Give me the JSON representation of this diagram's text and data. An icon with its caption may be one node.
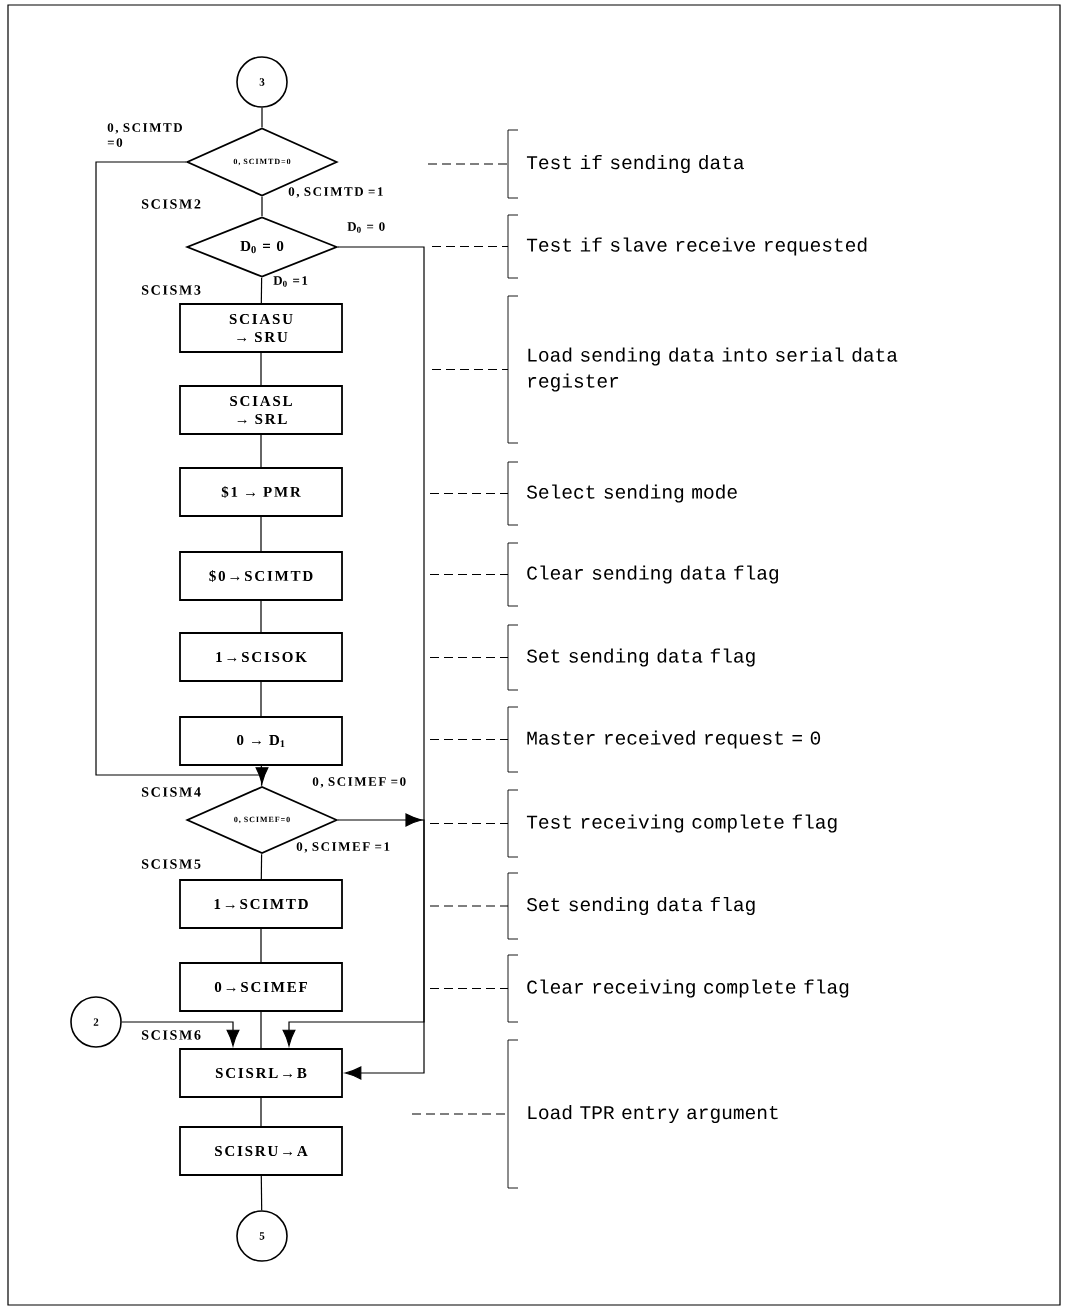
{
  "diagram": {
    "nodes": [
      {
        "text": [
          "3"
        ]
      },
      {
        "text": [
          "0, SCIMTD=0"
        ]
      },
      {
        "text": [
          "D$_{0}$ = 0"
        ],
        "beside": [
          "SCISM2"
        ]
      },
      {
        "text": [
          "SCIASU → SRU"
        ],
        "beside": [
          "SCISM3"
        ]
      },
      {
        "text": [
          "SCIASL → SRL"
        ]
      },
      {
        "text": [
          "$1 → PMR"
        ]
      },
      {
        "text": [
          "$0→SCIMTD"
        ]
      },
      {
        "text": [
          "1→SCISOK"
        ]
      },
      {
        "text": [
          "0 → D$_{1}$"
        ]
      },
      {
        "text": [
          "0, SCIMEF=0"
        ],
        "beside": [
          "SCISM4"
        ]
      },
      {
        "text": [
          "1→SCIMTD"
        ],
        "beside": [
          "SCISM5"
        ]
      },
      {
        "text": [
          "0→SCIMEF"
        ]
      },
      {
        "text": [
          "2"
        ]
      },
      {
        "text": [
          "SCISRL→B"
        ],
        "beside": [
          "SCISM6"
        ]
      },
      {
        "text": [
          "SCISRU→A"
        ]
      },
      {
        "text": [
          "5"
        ]
      }
    ],
    "edges": [
      {
        "from": 0,
        "to": 1,
        "arrow": "none"
      },
      {
        "from": 1,
        "to": 2,
        "arrow": "none",
        "label": "0, SCIMTD =1"
      },
      {
        "from": 1,
        "to": 9,
        "arrow": "to",
        "label": "0, SCIMTD =0"
      },
      {
        "from": 2,
        "to": 3,
        "arrow": "none",
        "label": "D$_{0}$ =1"
      },
      {
        "from": 2,
        "to": 13,
        "arrow": "to",
        "label": "D$_{0}$ = 0"
      },
      {
        "from": 3,
        "to": 4,
        "arrow": "none"
      },
      {
        "from": 4,
        "to": 5,
        "arrow": "none"
      },
      {
        "from": 5,
        "to": 6,
        "arrow": "none"
      },
      {
        "from": 6,
        "to": 7,
        "arrow": "none"
      },
      {
        "from": 7,
        "to": 8,
        "arrow": "none"
      },
      {
        "from": 8,
        "to": 9,
        "arrow": "none"
      },
      {
        "from": 9,
        "to": 10,
        "arrow": "none",
        "label": "0, SCIMEF =1"
      },
      {
        "from": 9,
        "to": 13,
        "arrow": "to",
        "label": "0, SCIMEF =0"
      },
      {
        "from": 10,
        "to": 11,
        "arrow": "none"
      },
      {
        "from": 11,
        "to": 13,
        "arrow": "none"
      },
      {
        "from": 12,
        "to": 13,
        "arrow": "to"
      },
      {
        "from": 13,
        "to": 14,
        "arrow": "none"
      },
      {
        "from": 14,
        "to": 15,
        "arrow": "none"
      }
    ],
    "labels": [
      "Test if sending data",
      "Test if slave receive requested",
      "Load sending data into serial data register",
      "Select sending mode",
      "Clear sending data flag",
      "Set sending data flag",
      "Master received request = 0",
      "Test receiving complete flag",
      "Set sending data flag",
      "Clear receiving complete flag",
      "Load TPR entry argument"
    ]
  }
}
